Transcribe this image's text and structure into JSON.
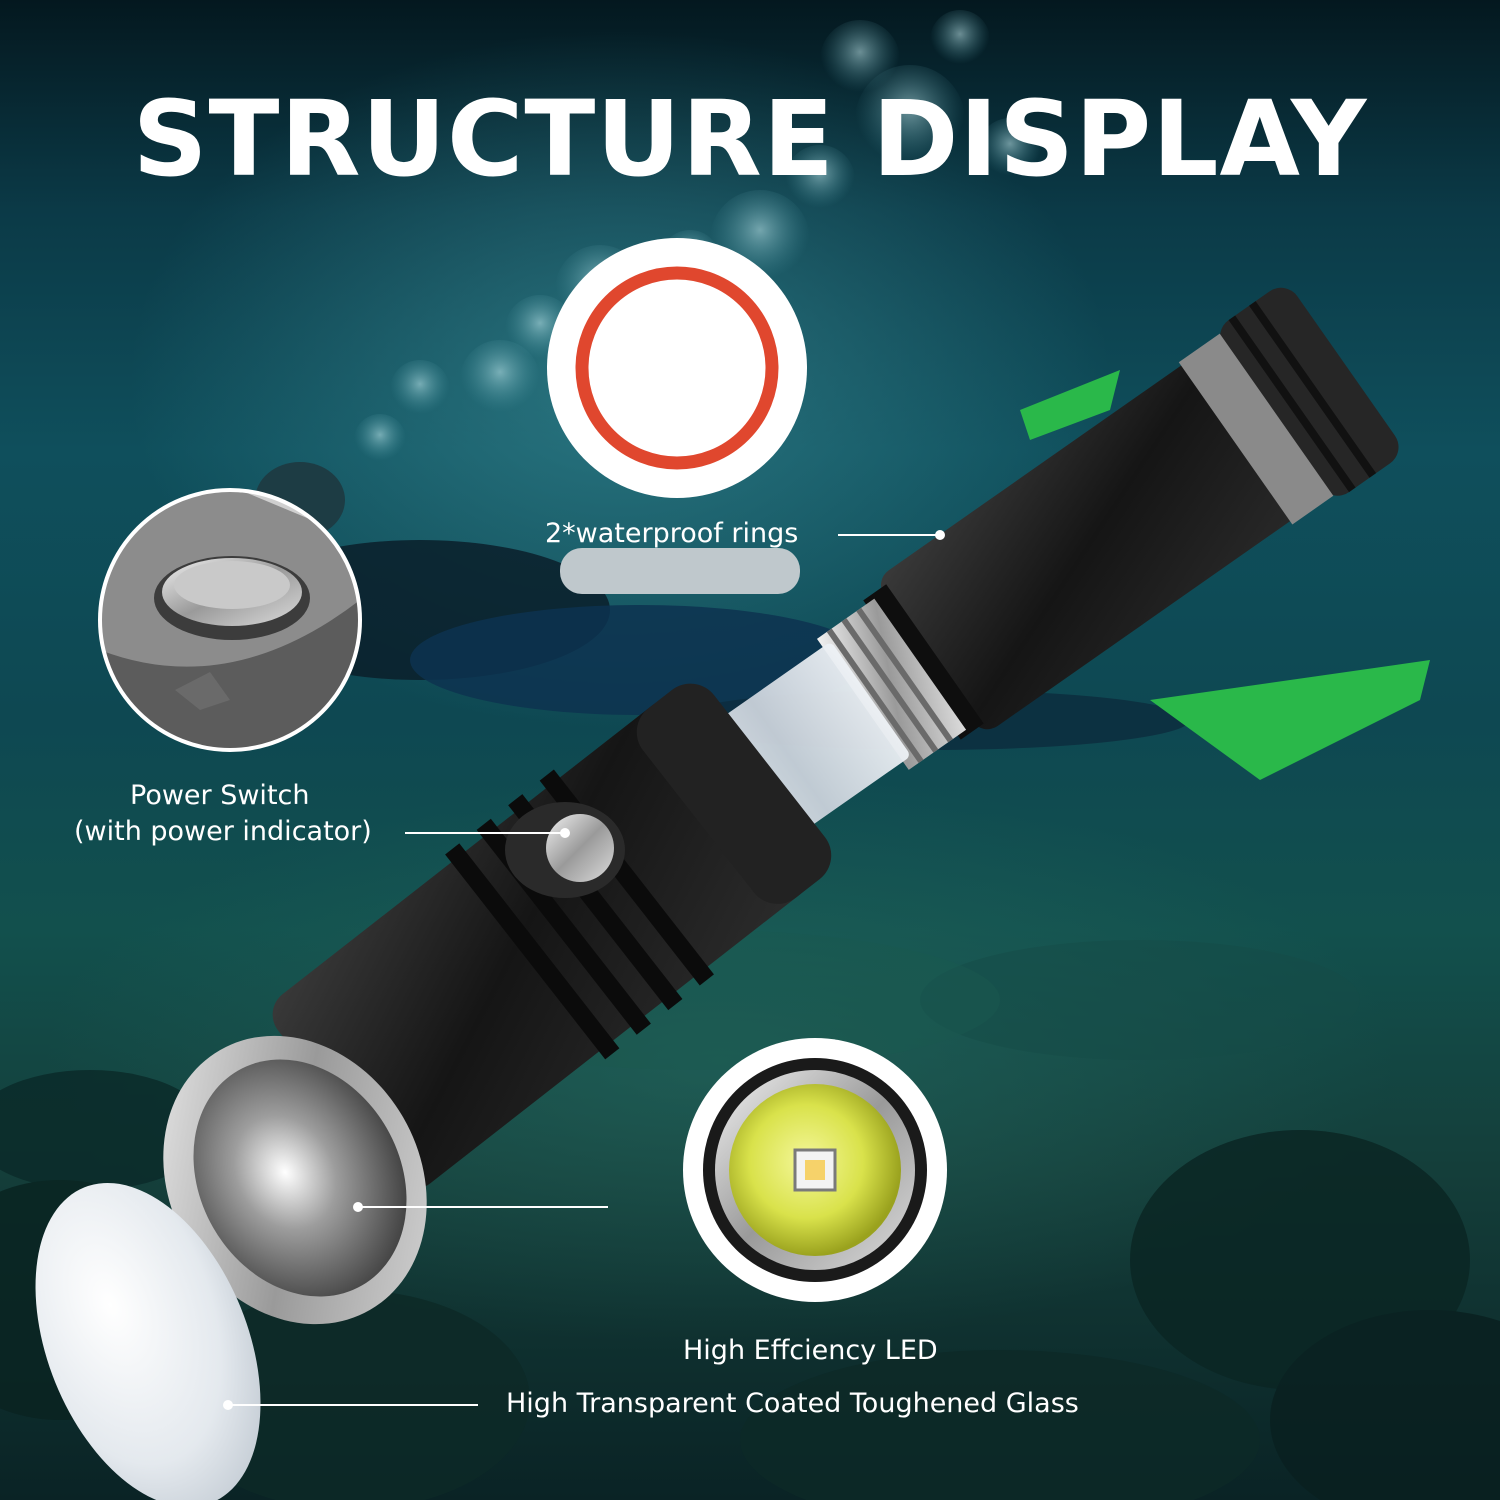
{
  "title": "STRUCTURE DISPLAY",
  "labels": {
    "waterproof_rings": "2*waterproof rings",
    "power_switch_line1": "Power Switch",
    "power_switch_line2": "(with power indicator)",
    "led": "High Effciency LED",
    "glass": "High Transparent Coated Toughened Glass"
  },
  "colors": {
    "ring": "#e0472e",
    "led_yellow": "#dfe85a",
    "body": "#1c1c1c",
    "fin": "#2ab84a"
  }
}
